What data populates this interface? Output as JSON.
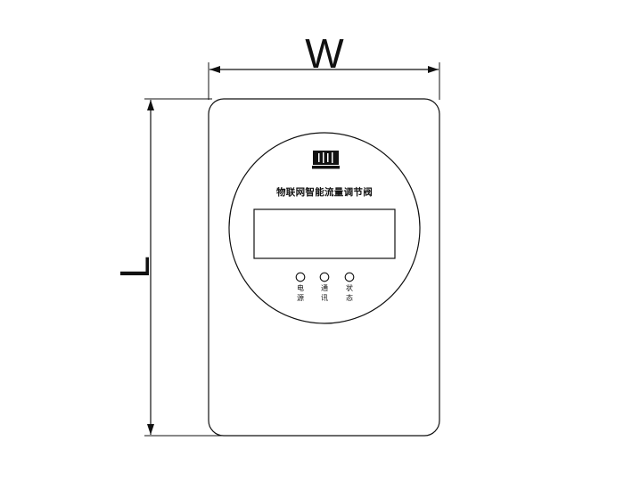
{
  "dimensions": {
    "width_label": "W",
    "length_label": "L"
  },
  "device": {
    "title": "物联网智能流量调节阀",
    "logo_icon": "brand-logo-icon",
    "indicators": [
      {
        "label_line1": "电",
        "label_line2": "源"
      },
      {
        "label_line1": "通",
        "label_line2": "讯"
      },
      {
        "label_line1": "状",
        "label_line2": "态"
      }
    ]
  },
  "colors": {
    "stroke": "#111111",
    "background": "#ffffff"
  }
}
